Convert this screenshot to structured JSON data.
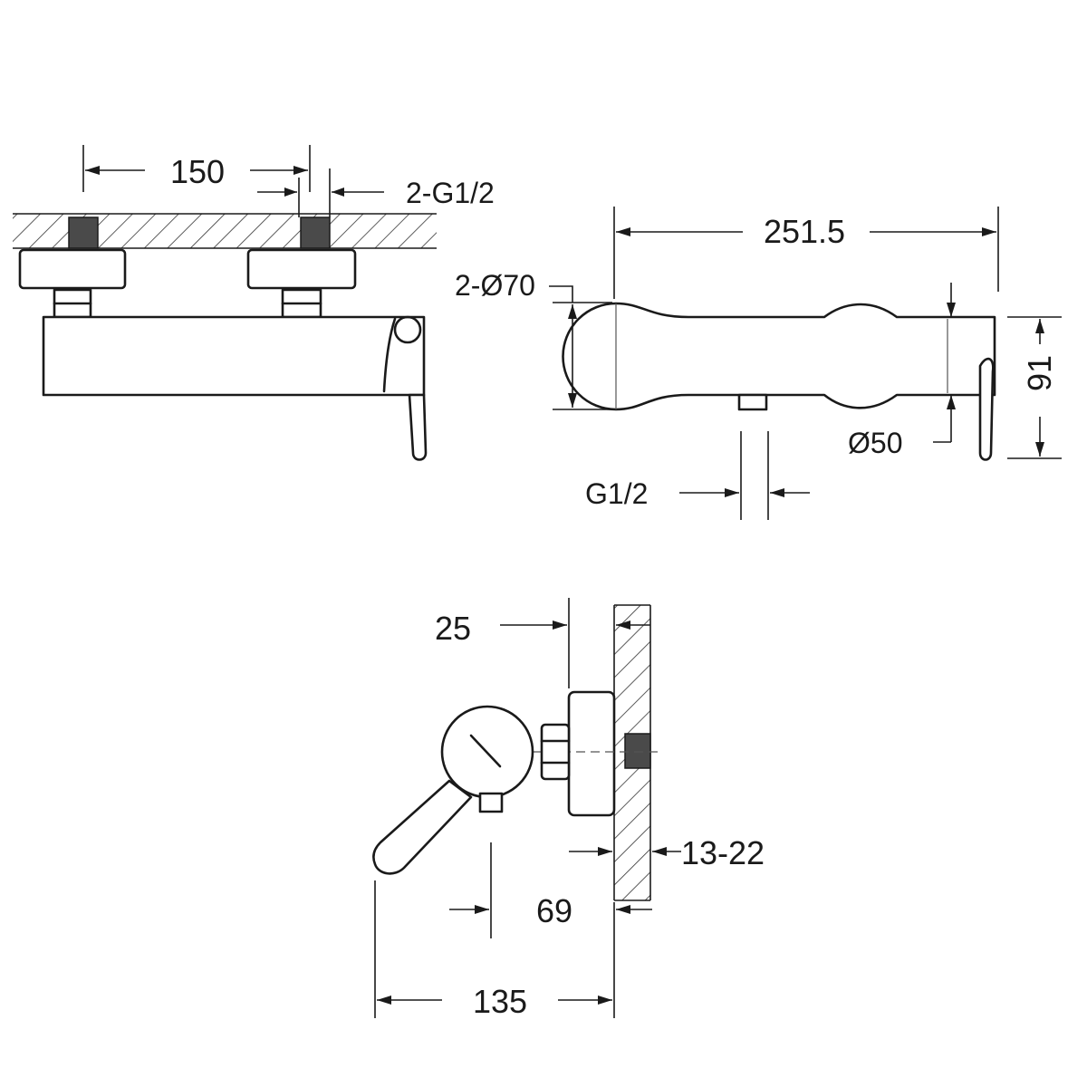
{
  "drawing": {
    "front_view": {
      "dim_spacing": "150",
      "dim_inlet_thread": "2-G1/2"
    },
    "top_view": {
      "dim_length": "251.5",
      "dim_body_diameter": "2-Ø70",
      "dim_height": "91",
      "dim_handle_diameter": "Ø50",
      "dim_outlet_thread": "G1/2"
    },
    "side_view": {
      "dim_eccentric": "25",
      "dim_wall_range": "13-22",
      "dim_outlet_distance": "69",
      "dim_total_depth": "135"
    }
  }
}
